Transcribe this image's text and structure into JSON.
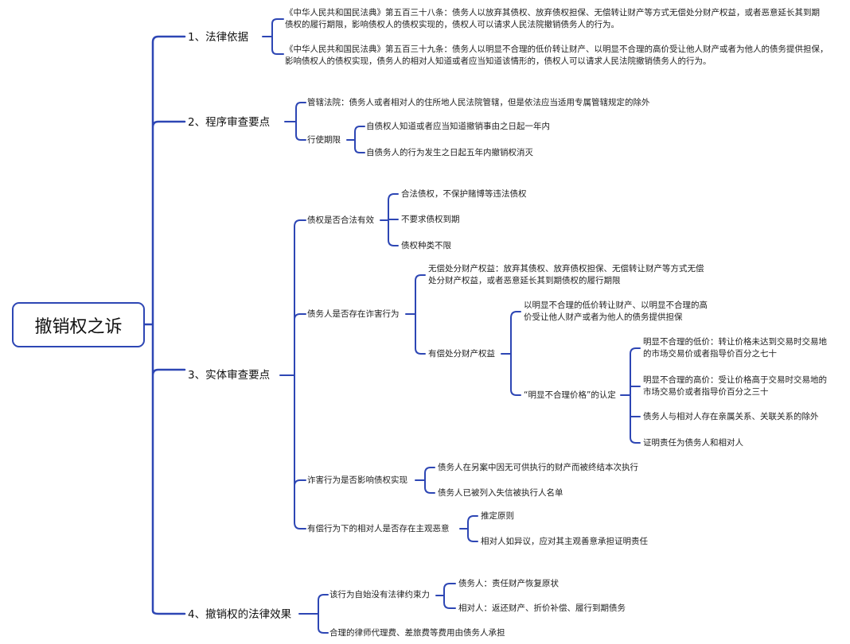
{
  "root": "撤销权之诉",
  "branches": [
    {
      "label": "1、法律依据",
      "items": [
        "《中华人民共和国民法典》第五百三十八条：债务人以放弃其债权、放弃债权担保、无偿转让财产等方式无偿处分财产权益，或者恶意延长其到期债权的履行期限，影响债权人的债权实现的，债权人可以请求人民法院撤销债务人的行为。",
        "《中华人民共和国民法典》第五百三十九条：债务人以明显不合理的低价转让财产、以明显不合理的高价受让他人财产或者为他人的债务提供担保，影响债权人的债权实现，债务人的相对人知道或者应当知道该情形的，债权人可以请求人民法院撤销债务人的行为。"
      ]
    },
    {
      "label": "2、程序审查要点",
      "items": [
        "管辖法院：债务人或者相对人的住所地人民法院管辖，但是依法应当适用专属管辖规定的除外",
        "行使期限",
        "自债权人知道或者应当知道撤销事由之日起一年内",
        "自债务人的行为发生之日起五年内撤销权消灭"
      ]
    },
    {
      "label": "3、实体审查要点",
      "items": [
        "债权是否合法有效",
        "合法债权，不保护赌博等违法债权",
        "不要求债权到期",
        "债权种类不限",
        "债务人是否存在诈害行为",
        "无偿处分财产权益：放弃其债权、放弃债权担保、无偿转让财产等方式无偿处分财产权益，或者恶意延长其到期债权的履行期限",
        "有偿处分财产权益",
        "以明显不合理的低价转让财产、以明显不合理的高价受让他人财产或者为他人的债务提供担保",
        "“明显不合理价格”的认定",
        "明显不合理的低价：转让价格未达到交易时交易地的市场交易价或者指导价百分之七十",
        "明显不合理的高价：受让价格高于交易时交易地的市场交易价或者指导价百分之三十",
        "债务人与相对人存在亲属关系、关联关系的除外",
        "证明责任为债务人和相对人",
        "诈害行为是否影响债权实现",
        "债务人在另案中因无可供执行的财产而被终结本次执行",
        "债务人已被列入失信被执行人名单",
        "有偿行为下的相对人是否存在主观恶意",
        "推定原则",
        "相对人如异议，应对其主观善意承担证明责任"
      ]
    },
    {
      "label": "4、撤销权的法律效果",
      "items": [
        "该行为自始没有法律约束力",
        "债务人：责任财产恢复原状",
        "相对人：返还财产、折价补偿、履行到期债务",
        "合理的律师代理费、差旅费等费用由债务人承担"
      ]
    }
  ]
}
